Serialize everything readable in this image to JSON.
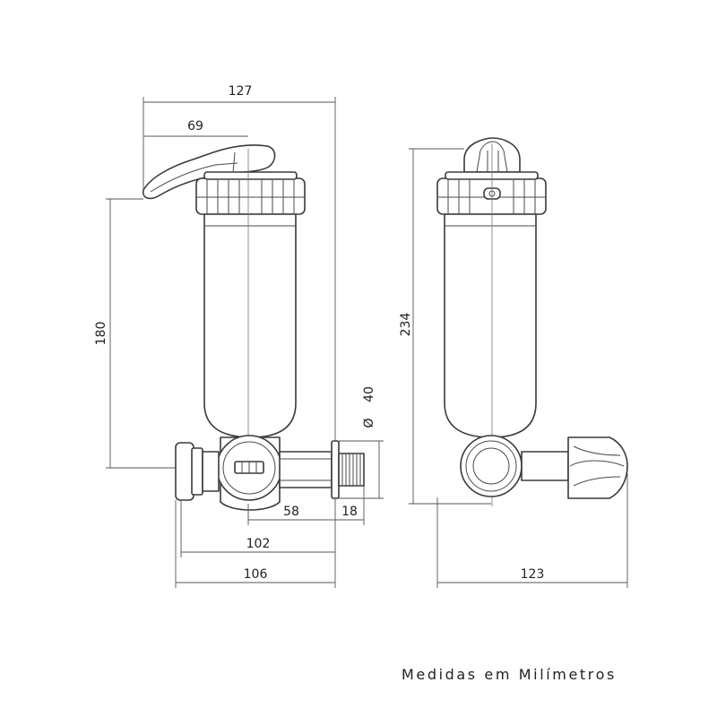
{
  "caption": "Medidas em Milímetros",
  "dimensions": {
    "side_view": {
      "overall_width": "127",
      "handle_offset": "69",
      "height": "180",
      "inlet_diameter": "40",
      "body_to_inlet": "58",
      "thread": "18",
      "depth_102": "102",
      "depth_106": "106"
    },
    "front_view": {
      "overall_height": "234",
      "overall_width": "123"
    }
  },
  "diameter_symbol": "Ø",
  "colors": {
    "line": "#3a3a3a",
    "dimension": "#555555",
    "background": "#ffffff"
  }
}
